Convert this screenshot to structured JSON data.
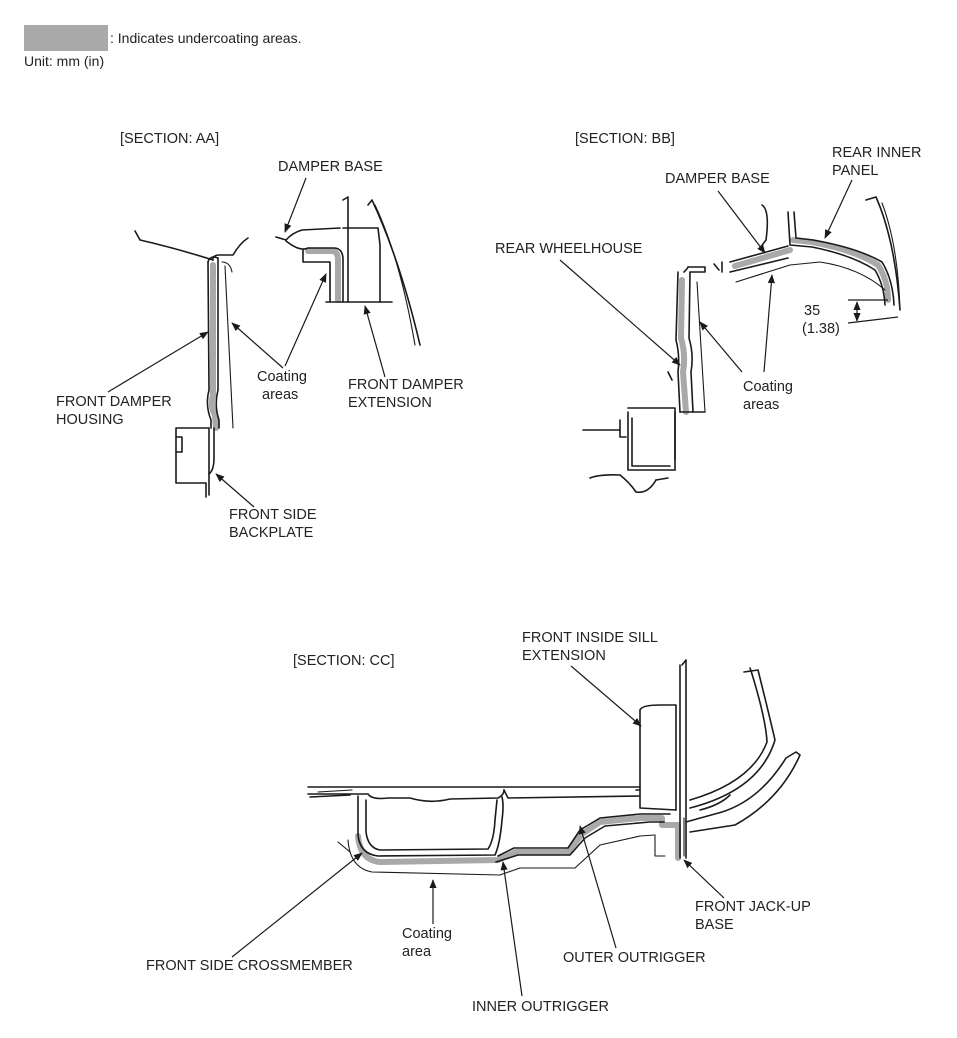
{
  "legend": {
    "swatch_color": "#a9a9a9",
    "text": ": Indicates undercoating areas."
  },
  "unit": "Unit: mm (in)",
  "section_aa": {
    "title": "[SECTION: AA]",
    "damper_base": "DAMPER BASE",
    "front_damper_housing": [
      "FRONT DAMPER",
      "HOUSING"
    ],
    "coating_areas": [
      "Coating",
      "areas"
    ],
    "front_damper_extension": [
      "FRONT DAMPER",
      "EXTENSION"
    ],
    "front_side_backplate": [
      "FRONT SIDE",
      "BACKPLATE"
    ]
  },
  "section_bb": {
    "title": "[SECTION: BB]",
    "rear_inner_panel": [
      "REAR INNER",
      "PANEL"
    ],
    "damper_base": "DAMPER BASE",
    "rear_wheelhouse": "REAR WHEELHOUSE",
    "dimension": [
      "35",
      "(1.38)"
    ],
    "coating_areas": [
      "Coating",
      "areas"
    ]
  },
  "section_cc": {
    "title": "[SECTION: CC]",
    "front_inside_sill_extension": [
      "FRONT INSIDE SILL",
      "EXTENSION"
    ],
    "front_jack_up_base": [
      "FRONT JACK-UP",
      "BASE"
    ],
    "coating_area": [
      "Coating",
      "area"
    ],
    "outer_outrigger": "OUTER OUTRIGGER",
    "front_side_crossmember": "FRONT SIDE CROSSMEMBER",
    "inner_outrigger": "INNER OUTRIGGER"
  }
}
